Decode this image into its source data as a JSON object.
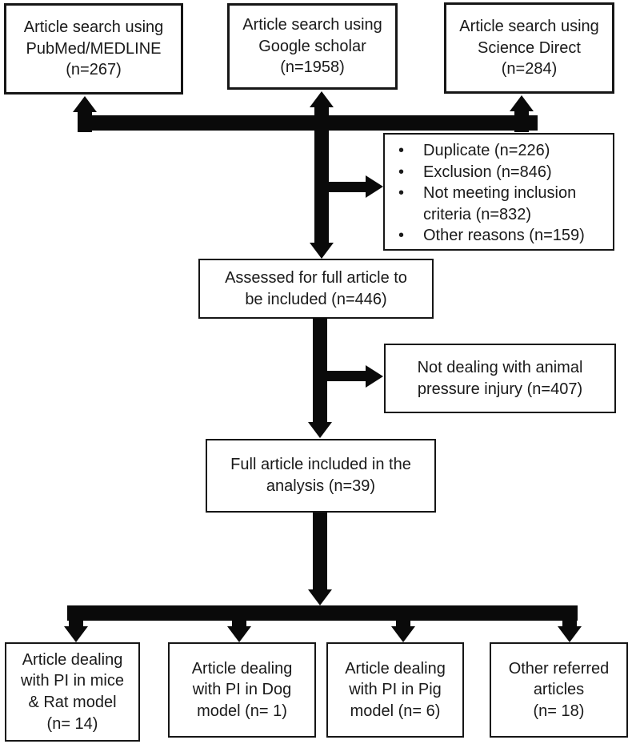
{
  "diagram": {
    "title": "Article selection flow diagram",
    "colors": {
      "line": "#0a0a0a",
      "box_border": "#161616",
      "background": "#ffffff",
      "text": "#1a1a1a"
    },
    "boxes": {
      "pubmed": {
        "label": "Article search using\nPubMed/MEDLINE\n(n=267)"
      },
      "google": {
        "label": "Article search using\nGoogle scholar\n(n=1958)"
      },
      "sciencedirect": {
        "label": "Article search using\nScience Direct\n(n=284)"
      },
      "exclusions": {
        "bullet": "•",
        "items": [
          "Duplicate (n=226)",
          "Exclusion (n=846)",
          "Not meeting inclusion\ncriteria (n=832)",
          "Other reasons (n=159)"
        ]
      },
      "assessed": {
        "label": "Assessed for full article to\nbe included (n=446)"
      },
      "not_dealing": {
        "label": "Not dealing with animal\npressure injury (n=407)"
      },
      "full_article": {
        "label": "Full article included in the\nanalysis (n=39)"
      },
      "mice_rat": {
        "label": "Article dealing\nwith PI in mice\n& Rat model\n(n= 14)"
      },
      "dog": {
        "label": "Article dealing\nwith PI in Dog\nmodel (n= 1)"
      },
      "pig": {
        "label": "Article dealing\nwith PI in Pig\nmodel (n= 6)"
      },
      "other_referred": {
        "label": "Other referred\narticles\n(n= 18)"
      }
    }
  }
}
